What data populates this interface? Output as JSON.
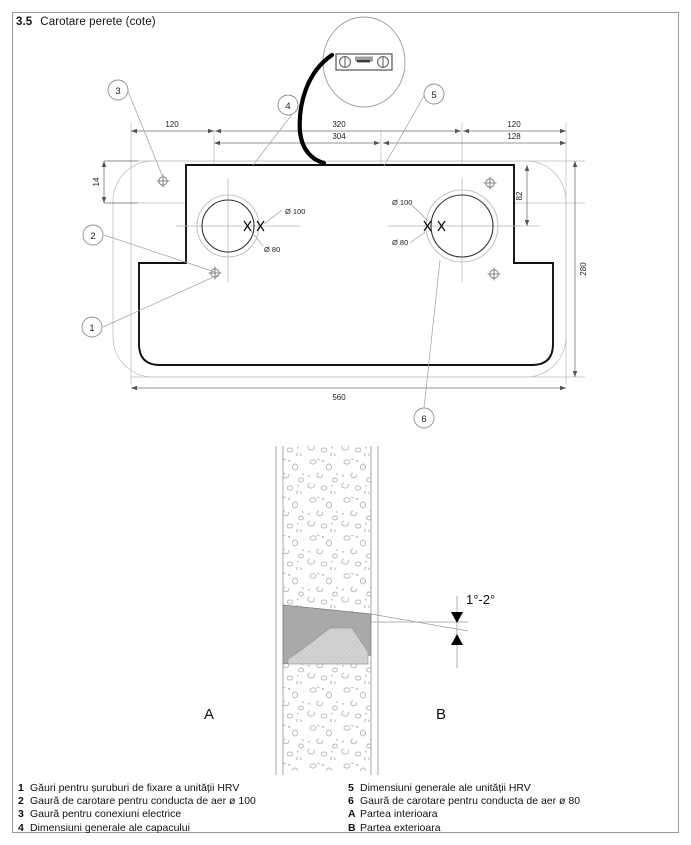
{
  "document": {
    "section_number": "3.5",
    "section_title": "Carotare perete (cote)"
  },
  "top_view": {
    "title_hidden": "",
    "dimensions": {
      "left_offset": "120",
      "center_span": "320",
      "center_span_inner": "304",
      "right_offset": "120",
      "right_offset_inner": "128",
      "top_left_height": "14",
      "right_height": "82",
      "overall_height": "280",
      "overall_width": "560"
    },
    "hole_labels": {
      "left_outer": "Ø 100",
      "left_inner": "Ø 80",
      "right_outer": "Ø 100",
      "right_inner": "Ø 80"
    },
    "callouts": [
      {
        "id": "1",
        "label": "1"
      },
      {
        "id": "2",
        "label": "2"
      },
      {
        "id": "3",
        "label": "3"
      },
      {
        "id": "4",
        "label": "4"
      },
      {
        "id": "5",
        "label": "5"
      },
      {
        "id": "6",
        "label": "6"
      }
    ],
    "detail_inset": {
      "icon": "spirit-level-icon"
    }
  },
  "section_view": {
    "angle_label": "1°-2°",
    "side_labels": {
      "inside": "A",
      "outside": "B"
    }
  },
  "legend": {
    "left": [
      {
        "key": "1",
        "text": "Găuri pentru șuruburi de fixare a unității HRV"
      },
      {
        "key": "2",
        "text": "Gaură de carotare pentru conducta de aer ø 100"
      },
      {
        "key": "3",
        "text": "Gaură pentru conexiuni electrice"
      },
      {
        "key": "4",
        "text": "Dimensiuni generale ale capacului"
      }
    ],
    "right": [
      {
        "key": "5",
        "text": "Dimensiuni generale ale unității HRV"
      },
      {
        "key": "6",
        "text": "Gaură de carotare pentru conducta de aer ø 80"
      },
      {
        "key": "A",
        "text": "Partea interioara"
      },
      {
        "key": "B",
        "text": "Partea exterioara"
      }
    ]
  },
  "colors": {
    "frame": "#9a9a9a",
    "outline": "#000000",
    "dimension_line": "#8a8a8a",
    "construction_line": "#b9b9b9",
    "wall_fill": "#ffffff",
    "duct_dark": "#a9a9a9",
    "duct_light": "#cfcfcf",
    "text": "#111111"
  }
}
